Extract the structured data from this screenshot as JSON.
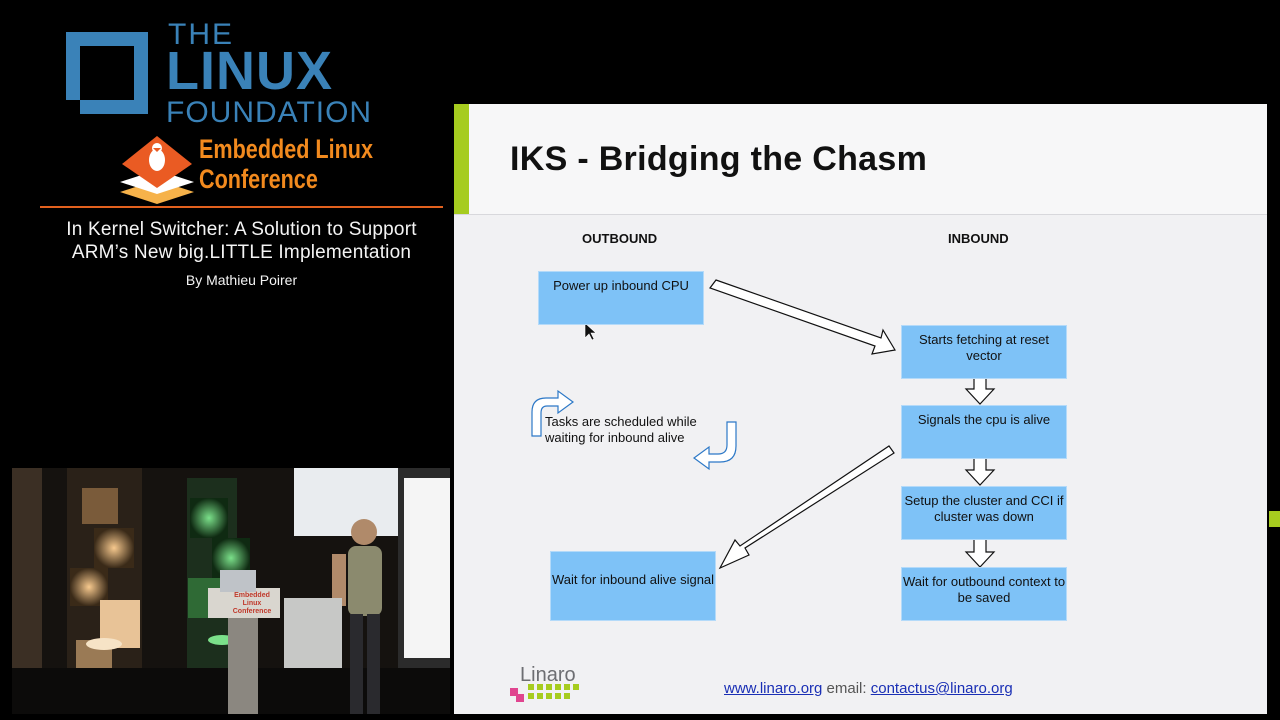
{
  "branding": {
    "org_the": "THE",
    "org_linux": "LINUX",
    "org_foundation": "FOUNDATION",
    "conf_line1": "Embedded Linux",
    "conf_line2": "Conference",
    "talk_title_line1": "In Kernel Switcher: A Solution to Support",
    "talk_title_line2": "ARM’s New big.LITTLE Implementation",
    "author": "By Mathieu Poirer",
    "colors": {
      "lf_blue": "#3a82b8",
      "elc_orange": "#f28a1e",
      "rule": "#e2611e"
    }
  },
  "video": {
    "podium_line1": "Embedded Linux",
    "podium_line2": "Conference"
  },
  "slide": {
    "title": "IKS - Bridging the Chasm",
    "accent_color": "#a6cc1f",
    "box_color": "#7ec2f7",
    "outbound_label": "OUTBOUND",
    "inbound_label": "INBOUND",
    "outbound_boxes": [
      "Power up inbound CPU",
      "Wait for inbound alive signal"
    ],
    "inbound_boxes": [
      "Starts fetching at reset vector",
      "Signals the cpu is alive",
      "Setup the cluster and CCI if cluster was down",
      "Wait for outbound context to be saved"
    ],
    "loop_note_line1": "Tasks are scheduled while",
    "loop_note_line2": "waiting for inbound alive",
    "logo_text": "Linaro",
    "footer": {
      "website": "www.linaro.org",
      "email_label": "email:",
      "email": "contactus@linaro.org"
    }
  }
}
